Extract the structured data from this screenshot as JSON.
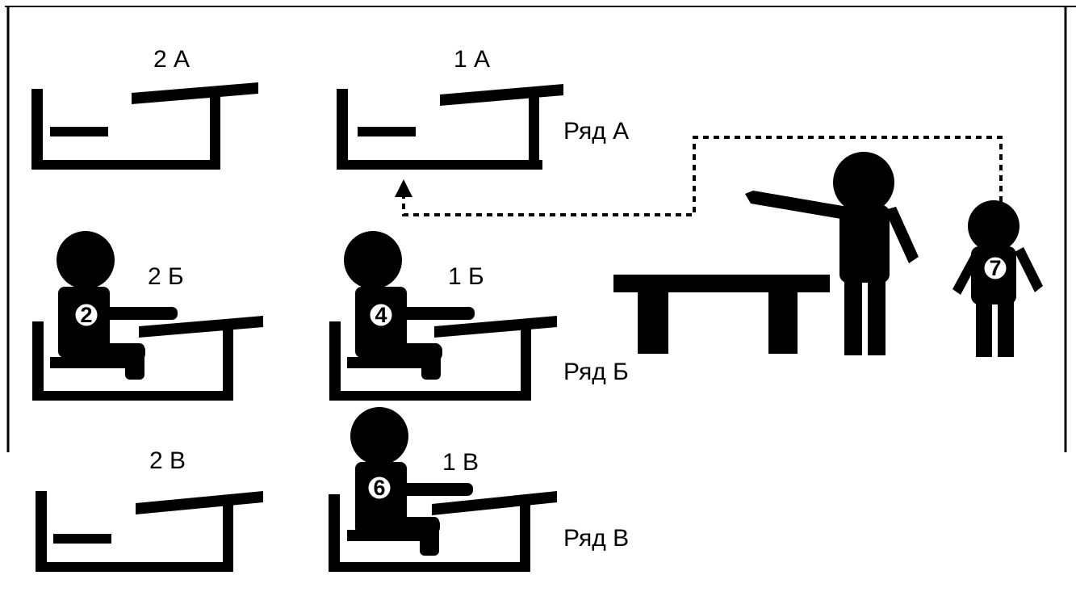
{
  "desks": {
    "d2a": {
      "label": "2 А"
    },
    "d1a": {
      "label": "1 А"
    },
    "d2b": {
      "label": "2 Б"
    },
    "d1b": {
      "label": "1 Б"
    },
    "d2v": {
      "label": "2 В"
    },
    "d1v": {
      "label": "1 В"
    }
  },
  "rows": {
    "a": "Ряд А",
    "b": "Ряд Б",
    "v": "Ряд В"
  },
  "students": {
    "s2": "2",
    "s4": "4",
    "s6": "6",
    "s7": "7"
  },
  "colors": {
    "ink": "#000000",
    "paper": "#ffffff"
  }
}
